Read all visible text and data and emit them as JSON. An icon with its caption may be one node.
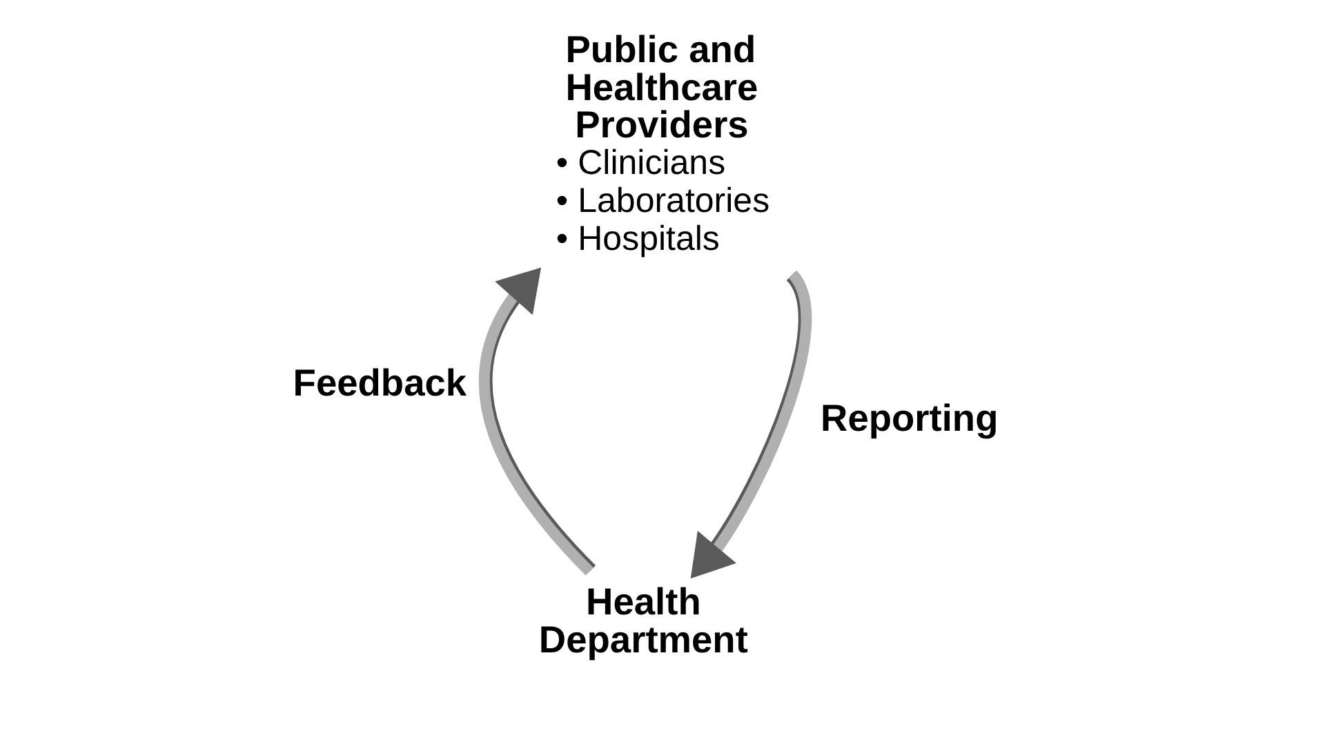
{
  "diagram": {
    "nodes": [
      {
        "text": [
          "Public and Healthcare Providers",
          "• Clinicians",
          "• Laboratories",
          "• Hospitals"
        ]
      },
      {
        "text": [
          "Health Department"
        ]
      }
    ],
    "edges": [
      {
        "from": 0,
        "to": 1,
        "arrow": "to",
        "label": "Reporting"
      },
      {
        "from": 1,
        "to": 0,
        "arrow": "to",
        "label": "Feedback"
      }
    ]
  }
}
